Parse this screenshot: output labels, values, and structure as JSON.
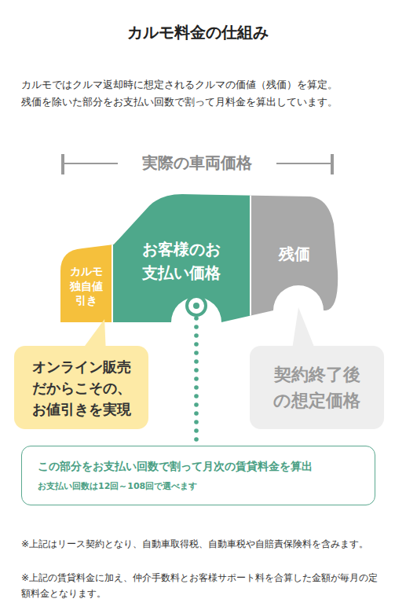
{
  "diagram": {
    "title": "カルモ料金の仕組み",
    "nodes": [
      {
        "text": [
          "カルモ独自値引き"
        ]
      },
      {
        "text": [
          "お客様のお支払い価格"
        ]
      },
      {
        "text": [
          "残価"
        ]
      },
      {
        "text": [
          "オンライン販売だからこその、お値引きを実現"
        ]
      },
      {
        "text": [
          "契約終了後の想定価格"
        ]
      },
      {
        "text": [
          "この部分をお支払い回数で割って月次の賃貸料金を算出",
          "お支払い回数は12回～108回で選べます"
        ]
      }
    ],
    "edges": [
      {
        "from": 0,
        "to": 3,
        "arrow": "none"
      },
      {
        "from": 2,
        "to": 4,
        "arrow": "none"
      },
      {
        "from": 1,
        "to": 5,
        "arrow": "none"
      }
    ],
    "labels": [
      "カルモではクルマ返却時に想定されるクルマの価値（残価）を算定。",
      "残価を除いた部分をお支払い回数で割って月料金を算出しています。",
      "実際の車両価格",
      "※上記はリース契約となり、自動車取得税、自動車税や自賠責保険料を含みます。",
      "※上記の賃貸料金に加え、仲介手数料とお客様サポート料を合算した金額が毎月の定額料金となります。"
    ]
  }
}
